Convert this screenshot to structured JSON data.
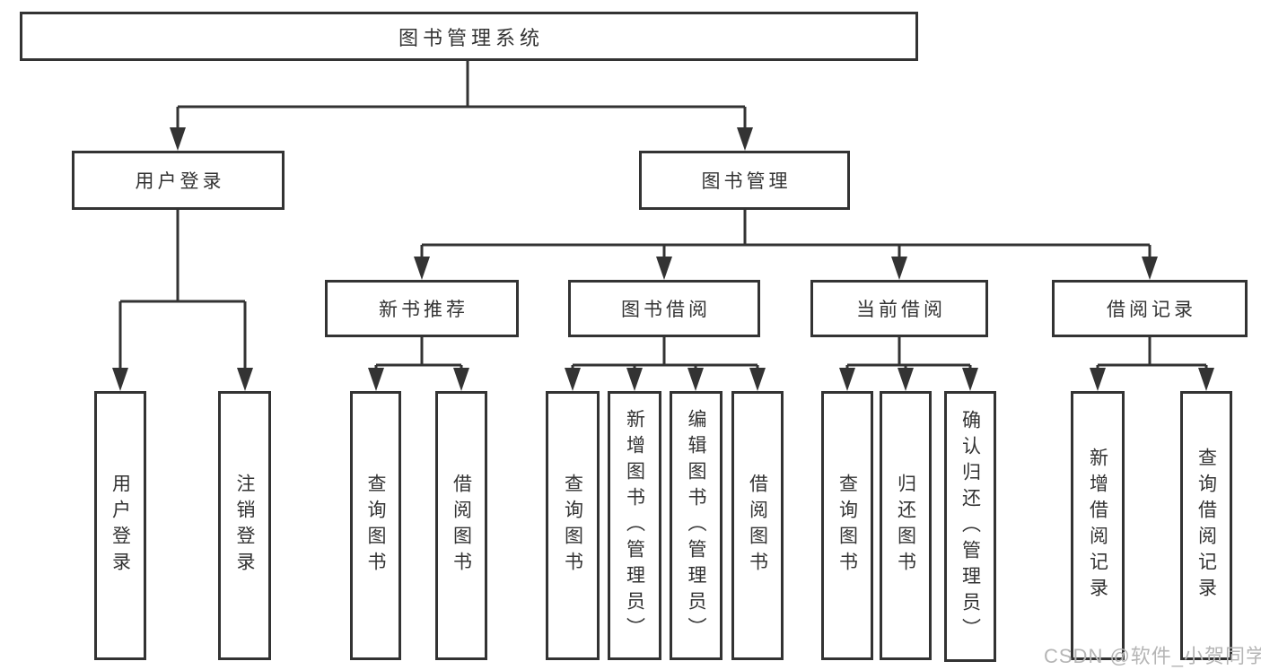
{
  "title": "图书管理系统",
  "tree": {
    "root": {
      "label": "图书管理系统"
    },
    "branches": [
      {
        "label": "用户登录",
        "leaves": [
          "用户登录",
          "注销登录"
        ]
      },
      {
        "label": "图书管理",
        "groups": [
          {
            "label": "新书推荐",
            "leaves": [
              "查询图书",
              "借阅图书"
            ]
          },
          {
            "label": "图书借阅",
            "leaves": [
              "查询图书",
              "新增图书（管理员）",
              "编辑图书（管理员）",
              "借阅图书"
            ]
          },
          {
            "label": "当前借阅",
            "leaves": [
              "查询图书",
              "归还图书",
              "确认归还（管理员）"
            ]
          },
          {
            "label": "借阅记录",
            "leaves": [
              "新增借阅记录",
              "查询借阅记录"
            ]
          }
        ]
      }
    ]
  },
  "watermark": "CSDN @软件_小贺同学",
  "colors": {
    "line": "#333333",
    "box_border": "#333333",
    "text": "#333333",
    "watermark": "#b5b5b5",
    "background": "#ffffff"
  }
}
